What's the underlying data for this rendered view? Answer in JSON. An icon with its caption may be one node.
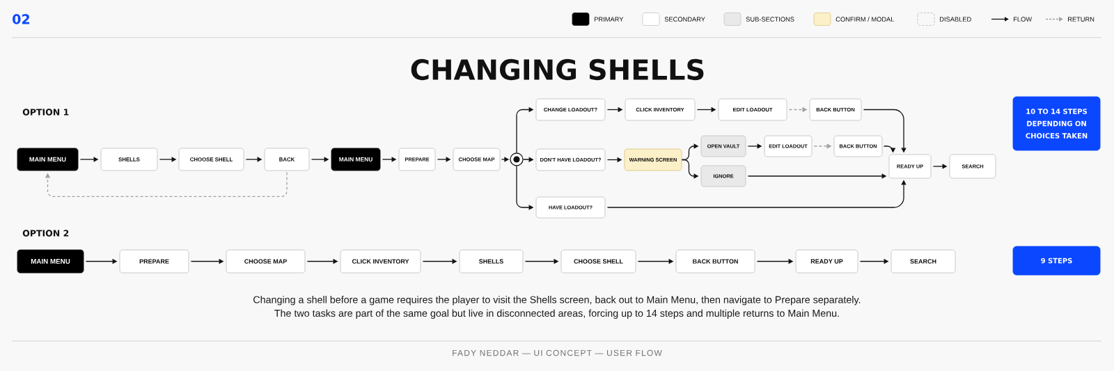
{
  "diagram": {
    "title": "CHANGING SHELLS",
    "caption": "Changing a shell before a game requires the player to visit the Shells screen, back out to Main Menu, then navigate to Prepare separately. The two tasks are part of the same goal but live in disconnected areas, forcing up to 14 steps and multiple returns to Main Menu.",
    "nodes": [
      {
        "text": [
          "MAIN MENU"
        ]
      },
      {
        "text": [
          "SHELLS"
        ]
      },
      {
        "text": [
          "CHOOSE SHELL"
        ]
      },
      {
        "text": [
          "BACK"
        ]
      },
      {
        "text": [
          "MAIN MENU"
        ]
      },
      {
        "text": [
          "PREPARE"
        ]
      },
      {
        "text": [
          "CHOOSE MAP"
        ]
      },
      {
        "text": [],
        "shape": "circle"
      },
      {
        "text": [
          "CHANGE LOADOUT?"
        ]
      },
      {
        "text": [
          "CLICK INVENTORY"
        ]
      },
      {
        "text": [
          "EDIT LOADOUT"
        ]
      },
      {
        "text": [
          "BACK BUTTON"
        ]
      },
      {
        "text": [
          "DON'T HAVE LOADOUT?"
        ]
      },
      {
        "text": [
          "WARNING SCREEN"
        ]
      },
      {
        "text": [
          "OPEN VAULT"
        ]
      },
      {
        "text": [
          "EDIT LOADOUT"
        ]
      },
      {
        "text": [
          "BACK BUTTON"
        ]
      },
      {
        "text": [
          "IGNORE"
        ]
      },
      {
        "text": [
          "READY UP"
        ]
      },
      {
        "text": [
          "SEARCH"
        ]
      },
      {
        "text": [
          "HAVE LOADOUT?"
        ]
      },
      {
        "text": [
          "10 TO 14 STEPS DEPENDING ON CHOICES TAKEN"
        ]
      },
      {
        "text": [
          "MAIN MENU"
        ]
      },
      {
        "text": [
          "PREPARE"
        ]
      },
      {
        "text": [
          "CHOOSE MAP"
        ]
      },
      {
        "text": [
          "CLICK INVENTORY"
        ]
      },
      {
        "text": [
          "SHELLS"
        ]
      },
      {
        "text": [
          "CHOOSE SHELL"
        ]
      },
      {
        "text": [
          "BACK BUTTON"
        ]
      },
      {
        "text": [
          "READY UP"
        ]
      },
      {
        "text": [
          "SEARCH"
        ]
      },
      {
        "text": [
          "9 STEPS"
        ]
      }
    ],
    "edges": [
      {
        "from": 0,
        "to": 1,
        "arrow": "to"
      },
      {
        "from": 1,
        "to": 2,
        "arrow": "to"
      },
      {
        "from": 2,
        "to": 3,
        "arrow": "to"
      },
      {
        "from": 3,
        "to": 0,
        "arrow": "to",
        "style": "dashed",
        "color": "#a0a0a0"
      },
      {
        "from": 3,
        "to": 4,
        "arrow": "to"
      },
      {
        "from": 4,
        "to": 5,
        "arrow": "to"
      },
      {
        "from": 5,
        "to": 6,
        "arrow": "to"
      },
      {
        "from": 6,
        "to": 7,
        "arrow": "to"
      },
      {
        "from": 7,
        "to": 8,
        "arrow": "to"
      },
      {
        "from": 7,
        "to": 12,
        "arrow": "to"
      },
      {
        "from": 7,
        "to": 20,
        "arrow": "to"
      },
      {
        "from": 8,
        "to": 9,
        "arrow": "to"
      },
      {
        "from": 9,
        "to": 10,
        "arrow": "to"
      },
      {
        "from": 10,
        "to": 11,
        "arrow": "to",
        "style": "dashed",
        "color": "#a0a0a0"
      },
      {
        "from": 11,
        "to": 18,
        "arrow": "to"
      },
      {
        "from": 12,
        "to": 13,
        "arrow": "to"
      },
      {
        "from": 13,
        "to": 14,
        "arrow": "to"
      },
      {
        "from": 13,
        "to": 17,
        "arrow": "to"
      },
      {
        "from": 14,
        "to": 15,
        "arrow": "to"
      },
      {
        "from": 15,
        "to": 16,
        "arrow": "to",
        "style": "dashed",
        "color": "#a0a0a0"
      },
      {
        "from": 16,
        "to": 18,
        "arrow": "to"
      },
      {
        "from": 17,
        "to": 18,
        "arrow": "to"
      },
      {
        "from": 20,
        "to": 18,
        "arrow": "to"
      },
      {
        "from": 18,
        "to": 19,
        "arrow": "to"
      },
      {
        "from": 22,
        "to": 23,
        "arrow": "to"
      },
      {
        "from": 23,
        "to": 24,
        "arrow": "to"
      },
      {
        "from": 24,
        "to": 25,
        "arrow": "to"
      },
      {
        "from": 25,
        "to": 26,
        "arrow": "to"
      },
      {
        "from": 26,
        "to": 27,
        "arrow": "to"
      },
      {
        "from": 27,
        "to": 28,
        "arrow": "to"
      },
      {
        "from": 28,
        "to": 29,
        "arrow": "to"
      },
      {
        "from": 29,
        "to": 30,
        "arrow": "to"
      }
    ],
    "labels": [
      "02",
      "OPTION 1",
      "OPTION 2",
      "FADY NEDDAR — UI CONCEPT — USER FLOW"
    ],
    "legend": [
      {
        "text": "PRIMARY",
        "color": "#000000"
      },
      {
        "text": "SECONDARY",
        "color": "#ffffff"
      },
      {
        "text": "SUB-SECTIONS",
        "color": "#e9e9e9"
      },
      {
        "text": "CONFIRM / MODAL",
        "color": "#fcf0c8"
      },
      {
        "text": "DISABLED"
      },
      {
        "text": "FLOW"
      },
      {
        "text": "RETURN"
      }
    ]
  }
}
